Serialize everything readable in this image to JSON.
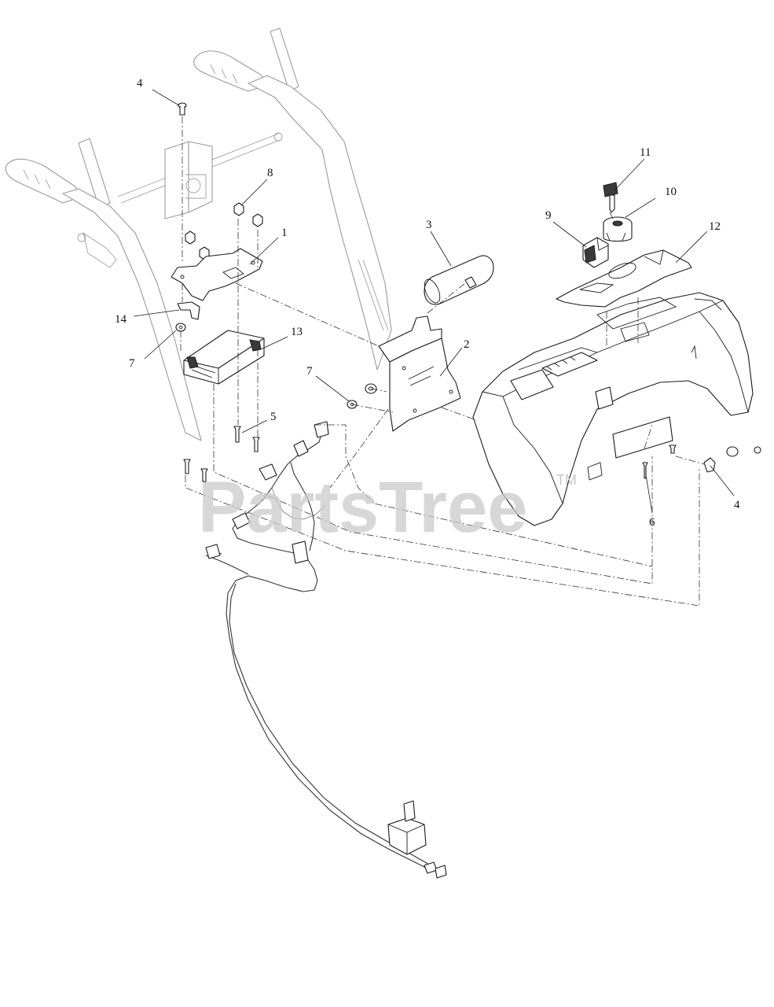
{
  "watermark": {
    "text": "PartsTree",
    "trademark": "TM"
  },
  "callouts": [
    {
      "id": "c4a",
      "label": "4"
    },
    {
      "id": "c8",
      "label": "8"
    },
    {
      "id": "c1",
      "label": "1"
    },
    {
      "id": "c14",
      "label": "14"
    },
    {
      "id": "c7a",
      "label": "7"
    },
    {
      "id": "c13",
      "label": "13"
    },
    {
      "id": "c5",
      "label": "5"
    },
    {
      "id": "c7b",
      "label": "7"
    },
    {
      "id": "c3",
      "label": "3"
    },
    {
      "id": "c2",
      "label": "2"
    },
    {
      "id": "c11",
      "label": "11"
    },
    {
      "id": "c10",
      "label": "10"
    },
    {
      "id": "c9",
      "label": "9"
    },
    {
      "id": "c12",
      "label": "12"
    },
    {
      "id": "c6",
      "label": "6"
    },
    {
      "id": "c4b",
      "label": "4"
    }
  ]
}
